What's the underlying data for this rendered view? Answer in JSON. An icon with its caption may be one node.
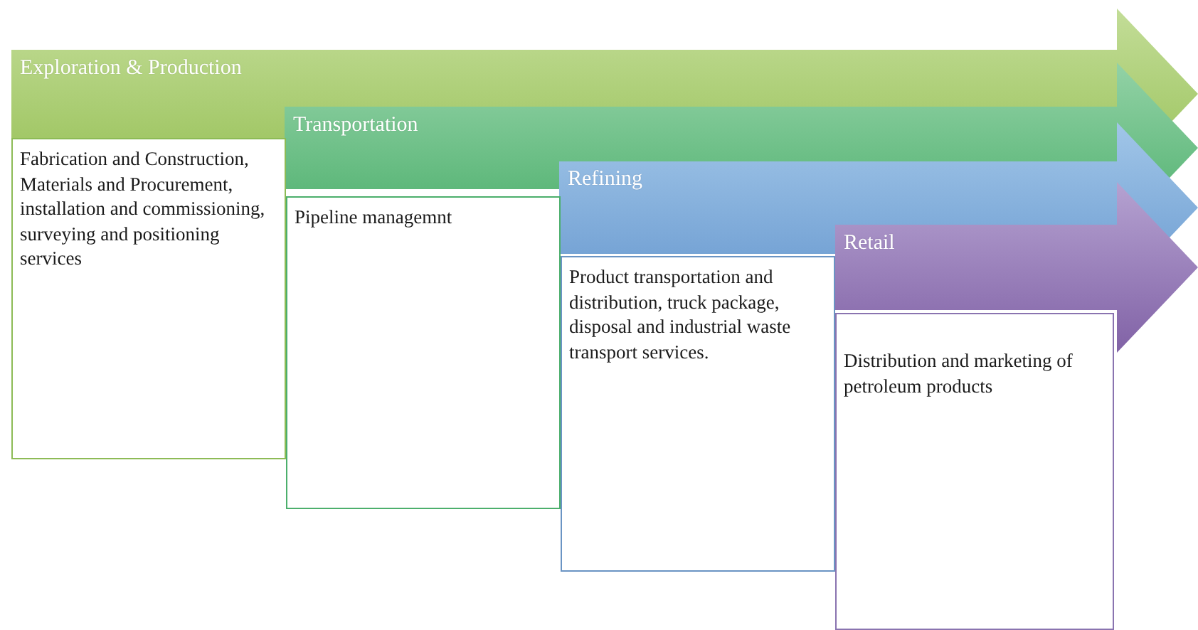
{
  "diagram": {
    "nodes": [
      {
        "text": [
          "Exploration & Production"
        ]
      },
      {
        "text": [
          "Fabrication and Construction, Materials and Procurement, installation and commissioning, surveying and positioning services"
        ]
      },
      {
        "text": [
          "Transportation"
        ]
      },
      {
        "text": [
          "Pipeline managemnt"
        ]
      },
      {
        "text": [
          "Refining"
        ]
      },
      {
        "text": [
          "Product transportation and distribution, truck package, disposal and industrial waste transport services."
        ]
      },
      {
        "text": [
          "Retail"
        ]
      },
      {
        "text": [
          "Distribution and marketing of petroleum products"
        ]
      }
    ]
  }
}
